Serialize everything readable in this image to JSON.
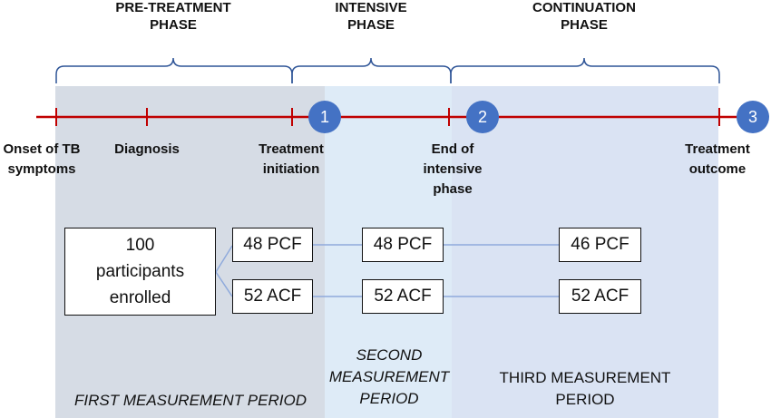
{
  "phases": [
    {
      "label": "PRE-TREATMENT\nPHASE"
    },
    {
      "label": "INTENSIVE\nPHASE"
    },
    {
      "label": "CONTINUATION\nPHASE"
    }
  ],
  "events": [
    {
      "label": "Onset of TB\nsymptoms"
    },
    {
      "label": "Diagnosis"
    },
    {
      "label": "Treatment\ninitiation"
    },
    {
      "label": "End of\nintensive\nphase"
    },
    {
      "label": "Treatment\noutcome"
    }
  ],
  "markers": [
    "1",
    "2",
    "3"
  ],
  "enrollment": {
    "label": "100\nparticipants\nenrolled"
  },
  "groups": {
    "pcf": [
      "48 PCF",
      "48 PCF",
      "46 PCF"
    ],
    "acf": [
      "52 ACF",
      "52 ACF",
      "52 ACF"
    ]
  },
  "periods": [
    {
      "label": "FIRST MEASUREMENT PERIOD",
      "italic": true
    },
    {
      "label": "SECOND\nMEASUREMENT\nPERIOD",
      "italic": true
    },
    {
      "label": "THIRD MEASUREMENT\nPERIOD",
      "italic": false
    }
  ],
  "colors": {
    "band_first": "#d6dce5",
    "band_second": "#deebf7",
    "band_third": "#dae3f3",
    "timeline": "#c00000",
    "marker": "#4472c4",
    "brace": "#2f5597",
    "connector": "#8faadc"
  }
}
